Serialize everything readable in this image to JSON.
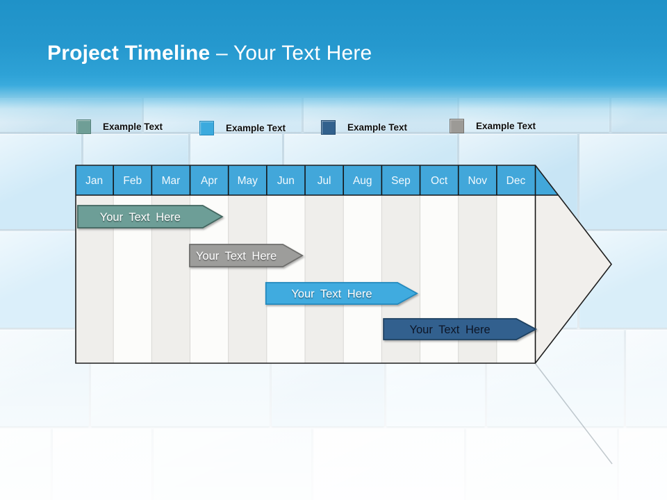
{
  "slide": {
    "title": {
      "emphasis": "Project Timeline",
      "suffix": " – Your Text Here"
    }
  },
  "legend": {
    "items": [
      {
        "label": "Example Text",
        "color": "#6F9E96",
        "border": "#55817A"
      },
      {
        "label": "Example Text",
        "color": "#3BAADE",
        "border": "#2487B8"
      },
      {
        "label": "Example Text",
        "color": "#32618D",
        "border": "#234A6E"
      },
      {
        "label": "Example Text",
        "color": "#9C9A96",
        "border": "#76746F"
      }
    ]
  },
  "chart_data": {
    "type": "bar",
    "subtype": "gantt-project-timeline",
    "title": "Project Timeline – Your Text Here",
    "categories": [
      "Jan",
      "Feb",
      "Mar",
      "Apr",
      "May",
      "Jun",
      "Jul",
      "Aug",
      "Sep",
      "Oct",
      "Nov",
      "Dec"
    ],
    "header_color": "#42A7DA",
    "series": [
      {
        "name": "Your Text Here",
        "start_month": "Jan",
        "end_month": "Apr",
        "start": 0.07,
        "end": 3.84,
        "row": 0,
        "fill": "#6D9E97",
        "stroke": "#42665F",
        "text_color": "#FFFFFF"
      },
      {
        "name": "Your Text Here",
        "start_month": "Mar",
        "end_month": "Jun",
        "start": 2.99,
        "end": 5.93,
        "row": 1,
        "fill": "#9D9D9B",
        "stroke": "#6E6E6C",
        "text_color": "#FFFFFF"
      },
      {
        "name": "Your Text Here",
        "start_month": "May",
        "end_month": "Sep",
        "start": 4.98,
        "end": 8.92,
        "row": 2,
        "fill": "#41ABDF",
        "stroke": "#2489BD",
        "text_color": "#FFFFFF"
      },
      {
        "name": "Your Text Here",
        "start_month": "Aug",
        "end_month": "Dec",
        "start": 8.05,
        "end": 12.02,
        "row": 3,
        "fill": "#31618E",
        "stroke": "#1C3F60",
        "text_color": "#0D1526"
      }
    ],
    "legend_entries": [
      "Example Text",
      "Example Text",
      "Example Text",
      "Example Text"
    ],
    "layout": {
      "months_total": 12,
      "column_stripes": true,
      "arrow_container": true,
      "legend_position": "top"
    }
  }
}
